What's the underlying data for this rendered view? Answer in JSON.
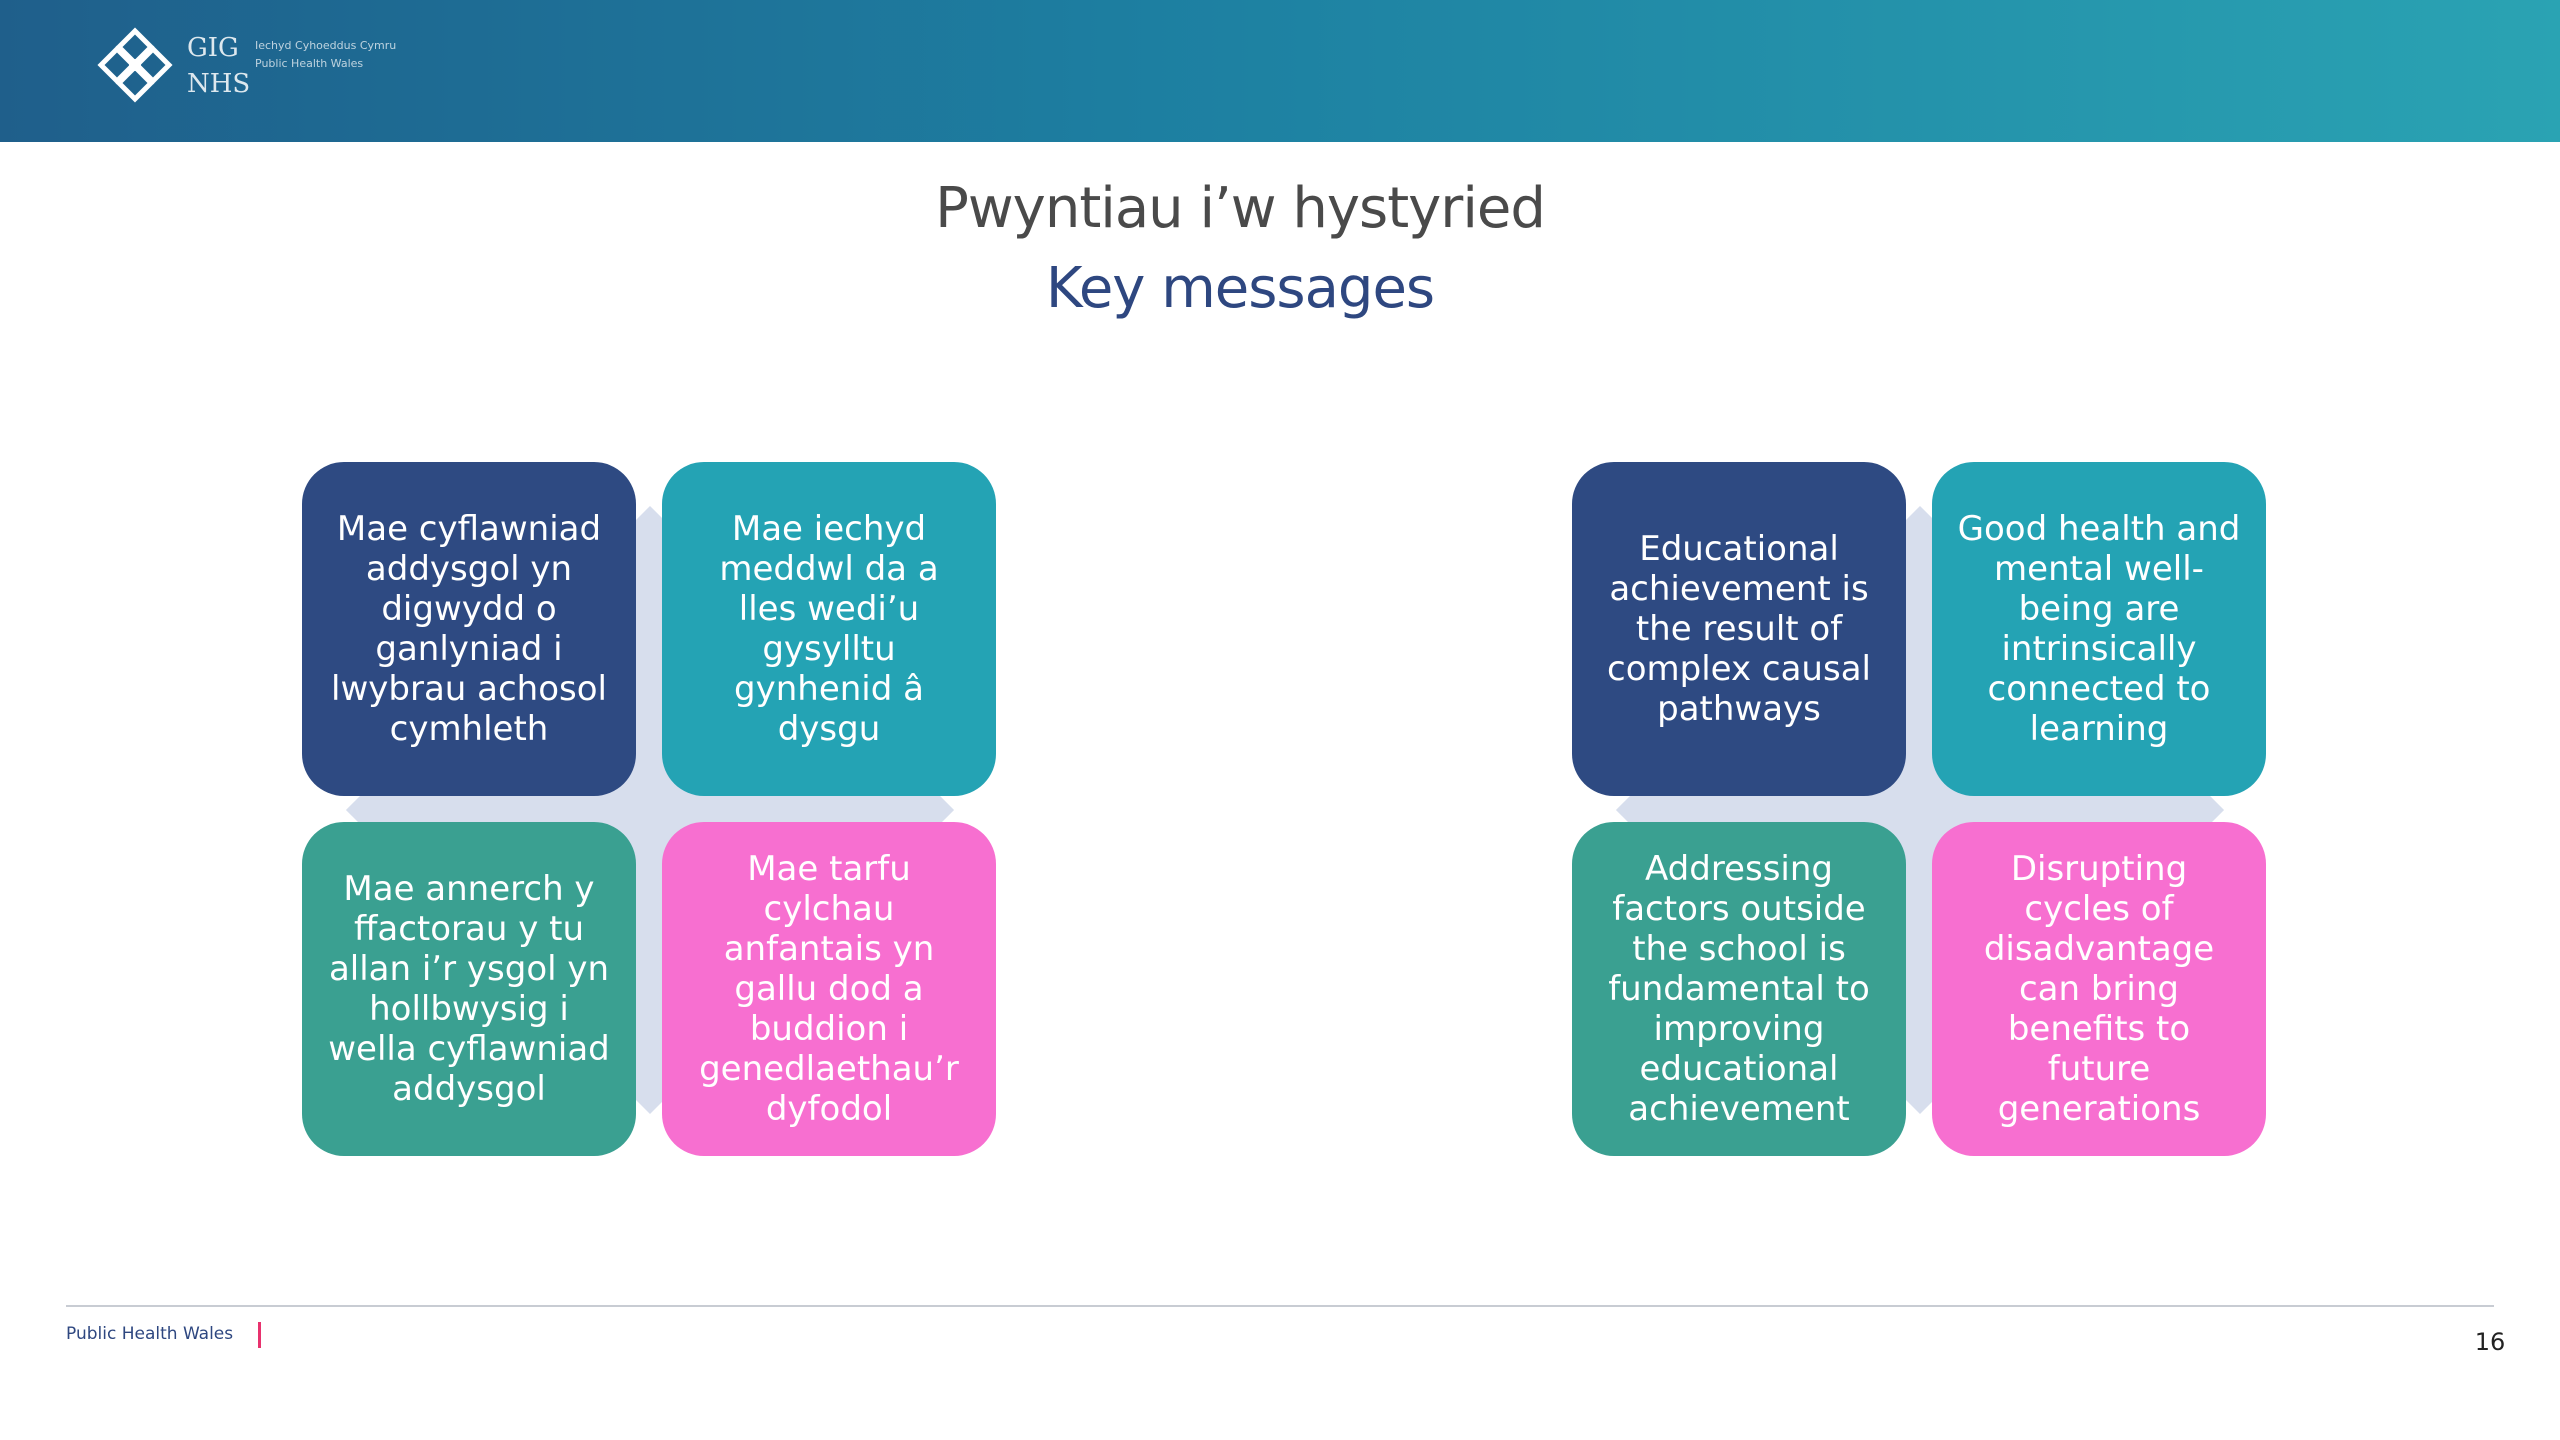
{
  "header": {
    "logo_icon": "nhs-wales-knot-icon",
    "logo_line1": "GIG",
    "logo_line2": "NHS",
    "logo_small_text": "Iechyd Cyhoeddus Cymru Public Health Wales"
  },
  "title": {
    "welsh": "Pwyntiau i’w hystyried",
    "english": "Key messages"
  },
  "welsh_cluster": {
    "top_left": [
      "Mae cyflawniad",
      "addysgol yn",
      "digwydd o",
      "ganlyniad i",
      "lwybrau achosol",
      "cymhleth"
    ],
    "top_right": [
      "Mae iechyd",
      "meddwl da a",
      "lles wedi’u",
      "gysylltu",
      "gynhenid â",
      "dysgu"
    ],
    "bottom_left": [
      "Mae annerch y",
      "ffactorau y tu",
      "allan i’r ysgol yn",
      "hollbwysig i",
      "wella cyflawniad",
      "addysgol"
    ],
    "bottom_right": [
      "Mae tarfu",
      "cylchau",
      "anfantais yn",
      "gallu dod a",
      "buddion i",
      "genedlaethau’r",
      "dyfodol"
    ]
  },
  "english_cluster": {
    "top_left": [
      "Educational",
      "achievement is",
      "the result of",
      "complex causal",
      "pathways"
    ],
    "top_right": [
      "Good health and",
      "mental well-",
      "being are",
      "intrinsically",
      "connected to",
      "learning"
    ],
    "bottom_left": [
      "Addressing",
      "factors outside",
      "the school  is",
      "fundamental to",
      "improving",
      "educational",
      "achievement"
    ],
    "bottom_right": [
      "Disrupting",
      "cycles of",
      "disadvantage",
      "can bring",
      "benefits to",
      "future",
      "generations"
    ]
  },
  "colors": {
    "navy": "#2e4a82",
    "teal": "#24a3b4",
    "green": "#3aa091",
    "pink": "#f76fd0",
    "diamond": "#d7deed",
    "title_blue": "#2e4780"
  },
  "footer": {
    "org_name": "Public Health Wales",
    "page_number": "16"
  }
}
